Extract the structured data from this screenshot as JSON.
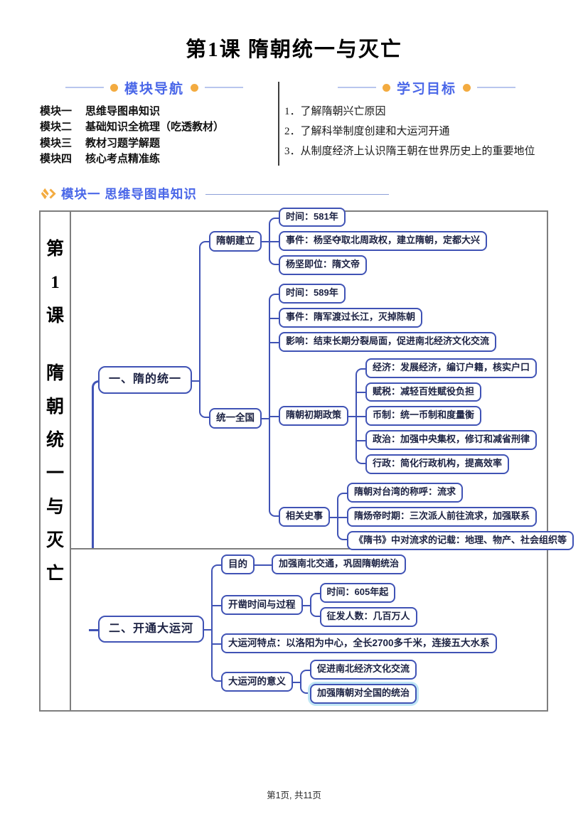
{
  "page_title": "第1课 隋朝统一与灭亡",
  "colors": {
    "accent_blue": "#4a67e8",
    "accent_orange": "#f3ab40",
    "node_blue": "#4053b5",
    "highlight_cyan": "#bfe6f5",
    "frame_gray": "#7e7e7e"
  },
  "nav": {
    "title": "模块导航",
    "items": [
      {
        "label": "模块一",
        "text": "思维导图串知识"
      },
      {
        "label": "模块二",
        "text": "基础知识全梳理（吃透教材）"
      },
      {
        "label": "模块三",
        "text": "教材习题学解题"
      },
      {
        "label": "模块四",
        "text": "核心考点精准练"
      }
    ]
  },
  "goals": {
    "title": "学习目标",
    "items": [
      "1．了解隋朝兴亡原因",
      "2．了解科举制度创建和大运河开通",
      "3．从制度经济上认识隋王朝在世界历史上的重要地位"
    ]
  },
  "section": {
    "label": "模块一 思维导图串知识"
  },
  "mindmap": {
    "vertical_title": [
      "第",
      "1",
      "课",
      "隋",
      "朝",
      "统",
      "一",
      "与",
      "灭",
      "亡"
    ],
    "branches": [
      {
        "label": "一、隋的统一",
        "children": [
          {
            "label": "隋朝建立",
            "children": [
              {
                "label": "时间：581年"
              },
              {
                "label": "事件：杨坚夺取北周政权，建立隋朝，定都大兴"
              },
              {
                "label": "杨坚即位：隋文帝"
              }
            ]
          },
          {
            "label": "统一全国",
            "children": [
              {
                "label": "时间：589年"
              },
              {
                "label": "事件：隋军渡过长江，灭掉陈朝"
              },
              {
                "label": "影响：结束长期分裂局面，促进南北经济文化交流"
              },
              {
                "label": "隋朝初期政策",
                "children": [
                  {
                    "label": "经济：发展经济，编订户籍，核实户口"
                  },
                  {
                    "label": "赋税：减轻百姓赋役负担"
                  },
                  {
                    "label": "币制：统一币制和度量衡"
                  },
                  {
                    "label": "政治：加强中央集权，修订和减省刑律"
                  },
                  {
                    "label": "行政：简化行政机构，提高效率"
                  }
                ]
              },
              {
                "label": "相关史事",
                "children": [
                  {
                    "label": "隋朝对台湾的称呼：流求"
                  },
                  {
                    "label": "隋炀帝时期：三次派人前往流求，加强联系"
                  },
                  {
                    "label": "《隋书》中对流求的记载：地理、物产、社会组织等"
                  }
                ]
              }
            ]
          }
        ]
      },
      {
        "label": "二、开通大运河",
        "children": [
          {
            "label": "目的",
            "children": [
              {
                "label": "加强南北交通，巩固隋朝统治"
              }
            ]
          },
          {
            "label": "开凿时间与过程",
            "children": [
              {
                "label": "时间：605年起"
              },
              {
                "label": "征发人数：几百万人"
              }
            ]
          },
          {
            "label": "大运河特点：以洛阳为中心，全长2700多千米，连接五大水系"
          },
          {
            "label": "大运河的意义",
            "children": [
              {
                "label": "促进南北经济文化交流"
              },
              {
                "label": "加强隋朝对全国的统治",
                "highlight": true
              }
            ]
          }
        ]
      }
    ]
  },
  "footer": {
    "text": "第1页, 共11页"
  }
}
